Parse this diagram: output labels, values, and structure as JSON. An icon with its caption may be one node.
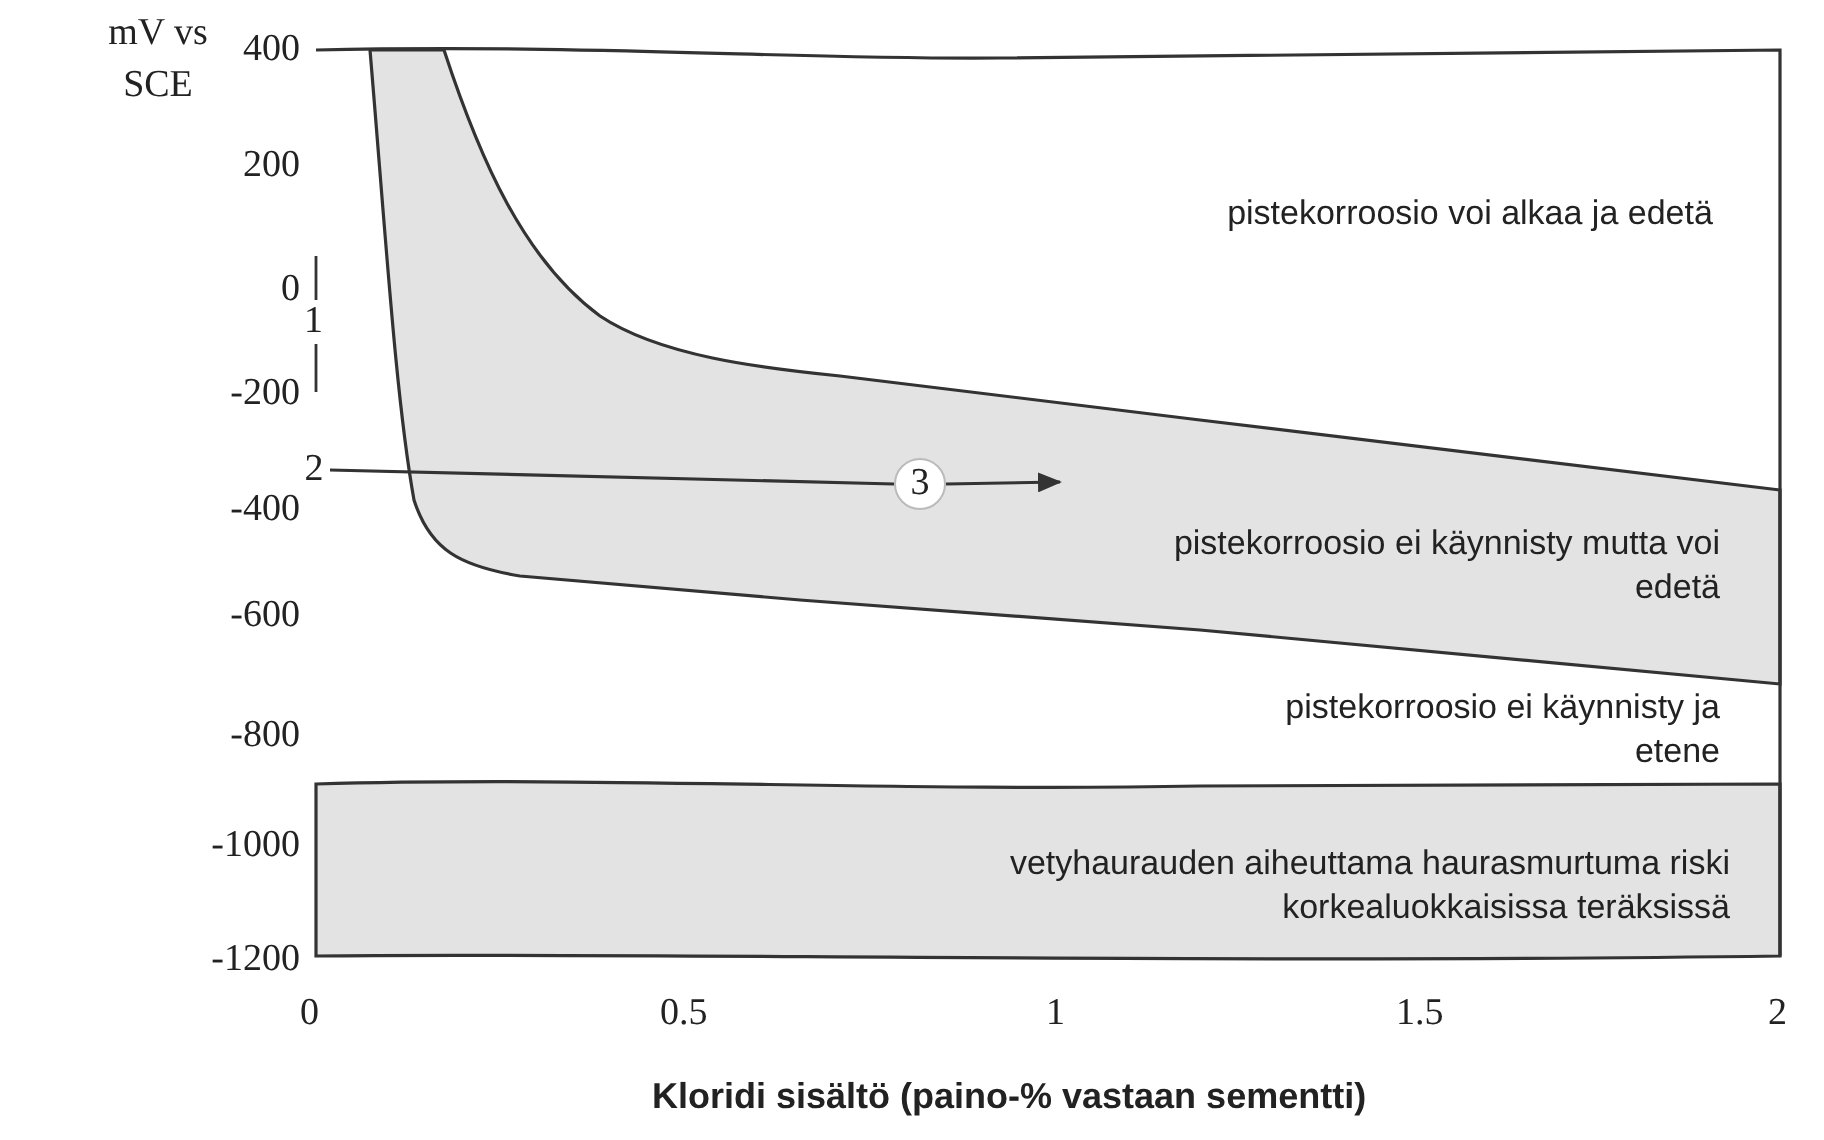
{
  "diagram": {
    "nodes": [
      {
        "text": [
          "pistekorroosio voi alkaa ja edetä"
        ]
      },
      {
        "text": [
          "pistekorroosio ei käynnisty mutta voi edetä"
        ]
      },
      {
        "text": [
          "pistekorroosio ei käynnisty ja etene"
        ]
      },
      {
        "text": [
          "vetyhaurauden aiheuttama haurasmurtuma riski korkealuokkaisissa teräksissä"
        ]
      },
      {
        "text": [
          "2"
        ]
      },
      {
        "text": [
          "3"
        ]
      }
    ],
    "edges": [
      {
        "from": 4,
        "to": 5,
        "arrow": "none"
      },
      {
        "from": 5,
        "to": null,
        "arrow": "to"
      }
    ],
    "labels": [
      "mV vs SCE",
      "400",
      "200",
      "0",
      "1",
      "-200",
      "-400",
      "-600",
      "-800",
      "-1000",
      "-1200",
      "0",
      "0.5",
      "1",
      "1.5",
      "2",
      "Kloridi sisältö (paino-% vastaan sementti)"
    ]
  }
}
